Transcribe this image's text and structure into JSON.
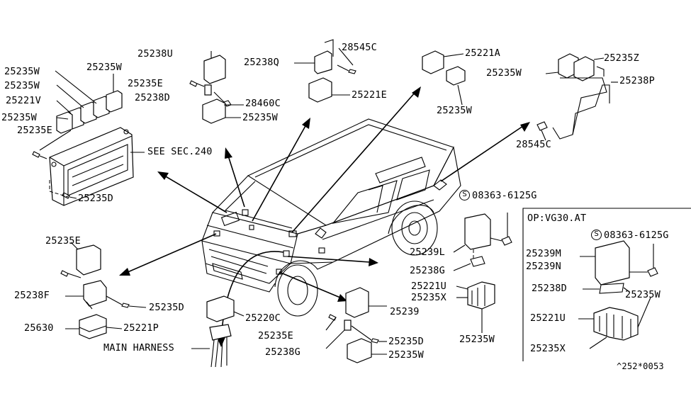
{
  "labels": {
    "l_25235W_a": "25235W",
    "l_25235W_b": "25235W",
    "l_25235W_c": "25235W",
    "l_25221V": "25221V",
    "l_25235W_d": "25235W",
    "l_25235E_a": "25235E",
    "l_see_sec": "SEE SEC.240",
    "l_25235D_a": "25235D",
    "l_25238U": "25238U",
    "l_25235E_b": "25235E",
    "l_25238D_a": "25238D",
    "l_28460C": "28460C",
    "l_25235W_e": "25235W",
    "l_25238Q": "25238Q",
    "l_28545C_a": "28545C",
    "l_25221E": "25221E",
    "l_25221A": "25221A",
    "l_25235W_f": "25235W",
    "l_25235Z": "25235Z",
    "l_25235W_g": "25235W",
    "l_25238P": "25238P",
    "l_28545C_b": "28545C",
    "l_08363_a": "08363-6125G",
    "l_25239L": "25239L",
    "l_25238G_a": "25238G",
    "l_25221U_a": "25221U",
    "l_25235X_a": "25235X",
    "l_25235W_h": "25235W",
    "l_op": "OP:VG30.AT",
    "l_08363_b": "08363-6125G",
    "l_25239M": "25239M",
    "l_25239N": "25239N",
    "l_25238D_b": "25238D",
    "l_25235W_i": "25235W",
    "l_25221U_b": "25221U",
    "l_25235X_b": "25235X",
    "l_25235E_c": "25235E",
    "l_25238F": "25238F",
    "l_25235D_b": "25235D",
    "l_25630": "25630",
    "l_25221P": "25221P",
    "l_25220C": "25220C",
    "l_main_harness": "MAIN HARNESS",
    "l_25239": "25239",
    "l_25235E_d": "25235E",
    "l_25235D_c": "25235D",
    "l_25238G_b": "25238G",
    "l_25235W_j": "25235W",
    "l_code": "^252*0053"
  },
  "symbols": {
    "s_mark": "S"
  }
}
